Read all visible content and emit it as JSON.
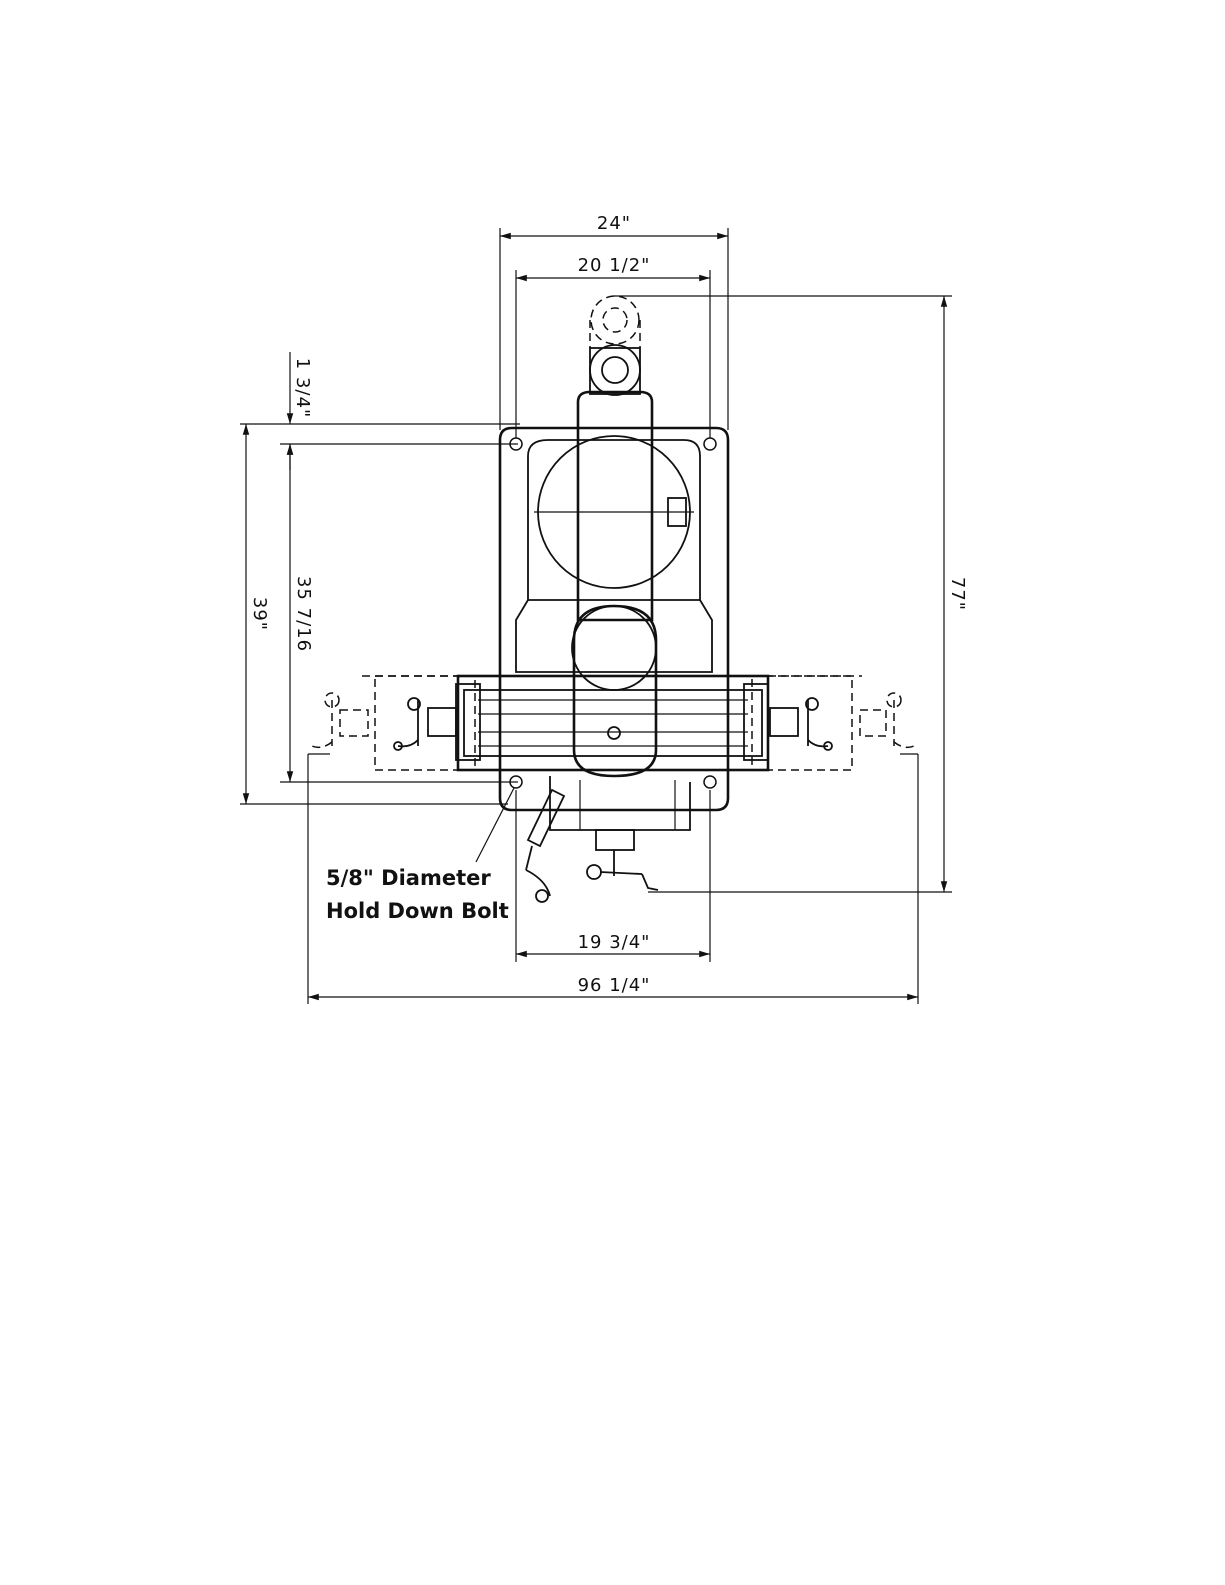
{
  "dimensions": {
    "overall_width": "24\"",
    "hole_spacing_width": "20 1/2\"",
    "top_offset": "1 3/4\"",
    "base_depth": "39\"",
    "hole_spacing_depth": "35 7/16",
    "overall_height": "77\"",
    "base_rear_width": "19 3/4\"",
    "table_travel_width": "96 1/4\""
  },
  "note": {
    "line1": "5/8\" Diameter",
    "line2": "Hold Down Bolt"
  }
}
